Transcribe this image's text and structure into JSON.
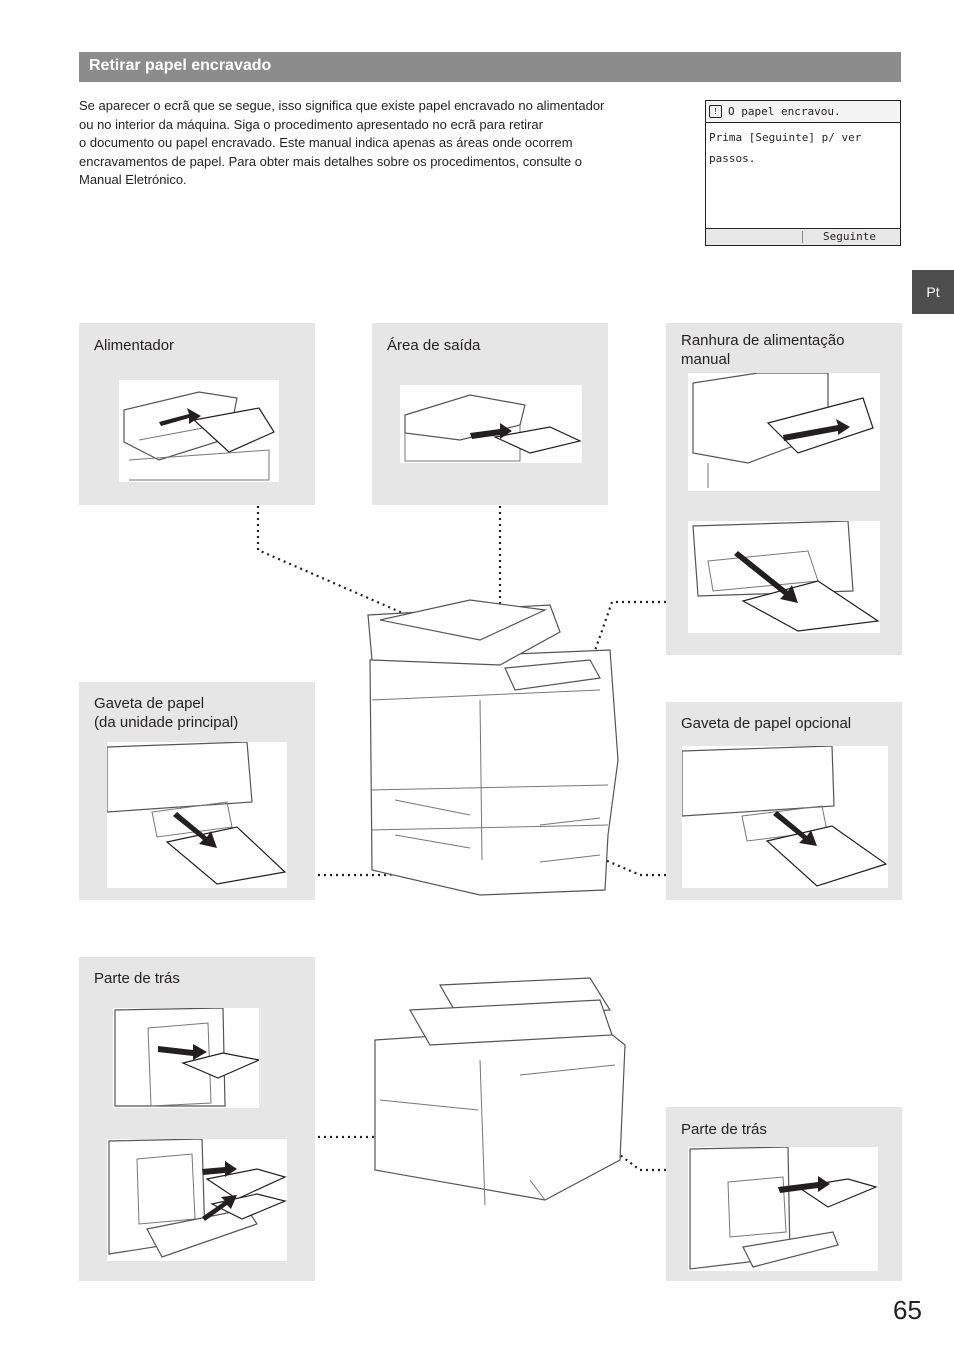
{
  "header": {
    "title": "Retirar papel encravado"
  },
  "intro": {
    "lines": [
      "Se aparecer o ecrã que se segue, isso significa que existe papel encravado no alimentador",
      "ou no interior da máquina. Siga o procedimento apresentado no ecrã para retirar",
      "o documento ou papel encravado. Este manual indica apenas as áreas onde ocorrem",
      "encravamentos de papel. Para obter mais detalhes sobre os procedimentos, consulte o",
      "Manual Eletrónico."
    ]
  },
  "lcd": {
    "title": "O papel encravou.",
    "line1": "Prima [Seguinte] p/ ver",
    "line2": "passos.",
    "button": "Seguinte"
  },
  "language_tab": "Pt",
  "panels": {
    "feeder": "Alimentador",
    "output": "Área de saída",
    "manual_line1": "Ranhura de alimentação",
    "manual_line2": "manual",
    "drawer_line1": "Gaveta de papel",
    "drawer_line2": "(da unidade principal)",
    "optional": "Gaveta de papel opcional",
    "back_left": "Parte de trás",
    "back_right": "Parte de trás"
  },
  "page_number": "65"
}
